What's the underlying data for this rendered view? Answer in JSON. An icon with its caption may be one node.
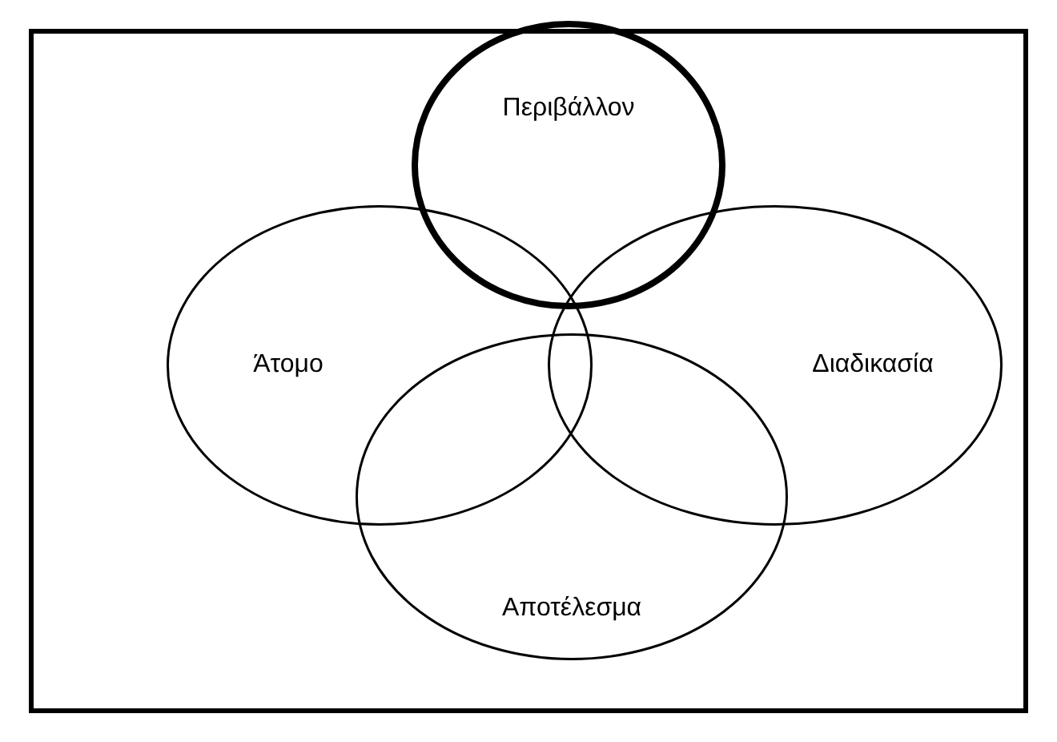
{
  "diagram": {
    "nodes": [
      {
        "text": [
          "Περιβάλλον"
        ]
      },
      {
        "text": [
          "Άτομο"
        ]
      },
      {
        "text": [
          "Διαδικασία"
        ]
      },
      {
        "text": [
          "Αποτέλεσμα"
        ]
      }
    ],
    "edges": []
  }
}
